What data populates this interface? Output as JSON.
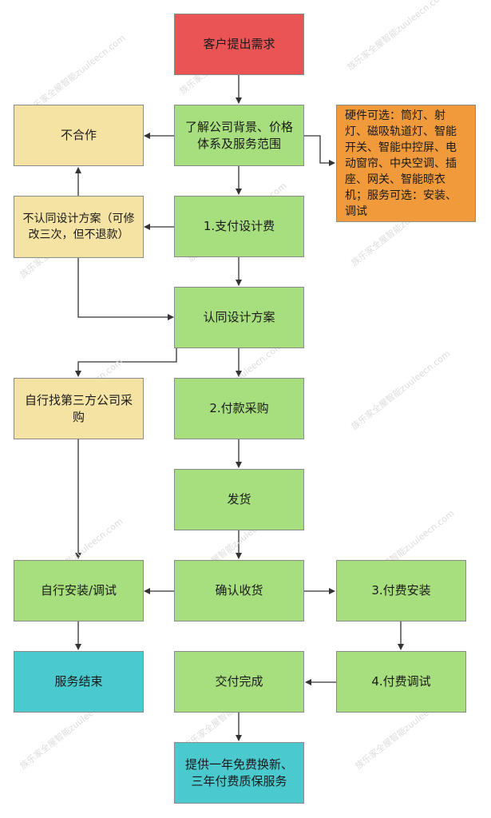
{
  "colors": {
    "red": "#ea5455",
    "green": "#a8df7e",
    "yellow": "#f4e3a3",
    "orange": "#f19a3b",
    "teal": "#4ac9cf"
  },
  "nodes": {
    "customer_request": "客户提出需求",
    "understand_company": "了解公司背景、价格体系及服务范围",
    "hardware_options": "硬件可选：筒灯、射灯、磁吸轨道灯、智能开关、智能中控屏、电动窗帘、中央空调、插座、网关、智能晾衣机；服务可选：安装、调试",
    "no_cooperation": "不合作",
    "pay_design_fee": "1.支付设计费",
    "disagree_design": "不认同设计方案（可修改三次，但不退款）",
    "agree_design": "认同设计方案",
    "self_purchase": "自行找第三方公司采购",
    "pay_purchase": "2.付款采购",
    "ship": "发货",
    "confirm_receipt": "确认收货",
    "self_install": "自行安装/调试",
    "paid_install": "3.付费安装",
    "service_end": "服务结束",
    "delivery_complete": "交付完成",
    "paid_debug": "4.付费调试",
    "warranty": "提供一年免费换新、三年付费质保服务"
  },
  "watermark": "族乐家全屋智能zuuleecn.com"
}
